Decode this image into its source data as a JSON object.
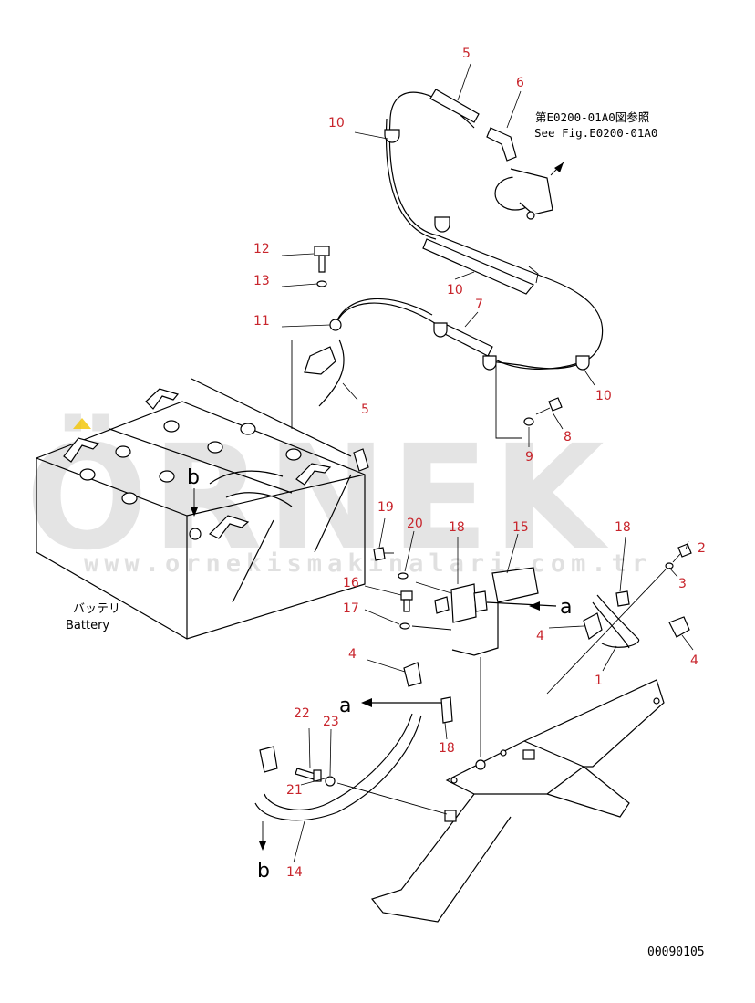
{
  "watermark": {
    "brand": "ÖRNEK",
    "url": "www.ornekismakinalari.com.tr",
    "accent_color": "#f2c400",
    "text_color": "#cfcfcf"
  },
  "note": {
    "line1": "第E0200-01A0図参照",
    "line2": "See Fig.E0200-01A0"
  },
  "battery": {
    "label_jp": "バッテリ",
    "label_en": "Battery"
  },
  "refs": {
    "a1": "a",
    "a2": "a",
    "b1": "b",
    "b2": "b"
  },
  "drawing_number": "00090105",
  "callouts": [
    {
      "id": "c5a",
      "text": "5"
    },
    {
      "id": "c6",
      "text": "6"
    },
    {
      "id": "c10a",
      "text": "10"
    },
    {
      "id": "c12",
      "text": "12"
    },
    {
      "id": "c13",
      "text": "13"
    },
    {
      "id": "c10b",
      "text": "10"
    },
    {
      "id": "c7",
      "text": "7"
    },
    {
      "id": "c11",
      "text": "11"
    },
    {
      "id": "c10c",
      "text": "10"
    },
    {
      "id": "c5b",
      "text": "5"
    },
    {
      "id": "c8",
      "text": "8"
    },
    {
      "id": "c9",
      "text": "9"
    },
    {
      "id": "c19",
      "text": "19"
    },
    {
      "id": "c20",
      "text": "20"
    },
    {
      "id": "c18a",
      "text": "18"
    },
    {
      "id": "c15",
      "text": "15"
    },
    {
      "id": "c18b",
      "text": "18"
    },
    {
      "id": "c2",
      "text": "2"
    },
    {
      "id": "c3",
      "text": "3"
    },
    {
      "id": "c16",
      "text": "16"
    },
    {
      "id": "c17",
      "text": "17"
    },
    {
      "id": "c4a",
      "text": "4"
    },
    {
      "id": "c4b",
      "text": "4"
    },
    {
      "id": "c1",
      "text": "1"
    },
    {
      "id": "c4c",
      "text": "4"
    },
    {
      "id": "c22",
      "text": "22"
    },
    {
      "id": "c23",
      "text": "23"
    },
    {
      "id": "c18c",
      "text": "18"
    },
    {
      "id": "c21",
      "text": "21"
    },
    {
      "id": "c14",
      "text": "14"
    }
  ]
}
